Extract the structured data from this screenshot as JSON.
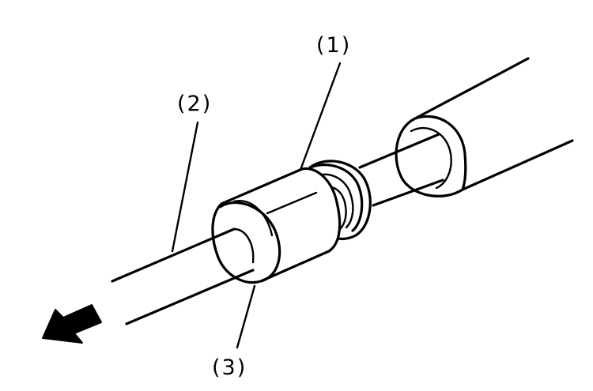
{
  "callouts": [
    {
      "id": "1",
      "text": "(1)"
    },
    {
      "id": "2",
      "text": "(2)"
    },
    {
      "id": "3",
      "text": "(3)"
    }
  ],
  "colors": {
    "ink": "#000000",
    "background": "#ffffff"
  },
  "icons": {
    "direction": "arrow-pull-left-icon"
  }
}
